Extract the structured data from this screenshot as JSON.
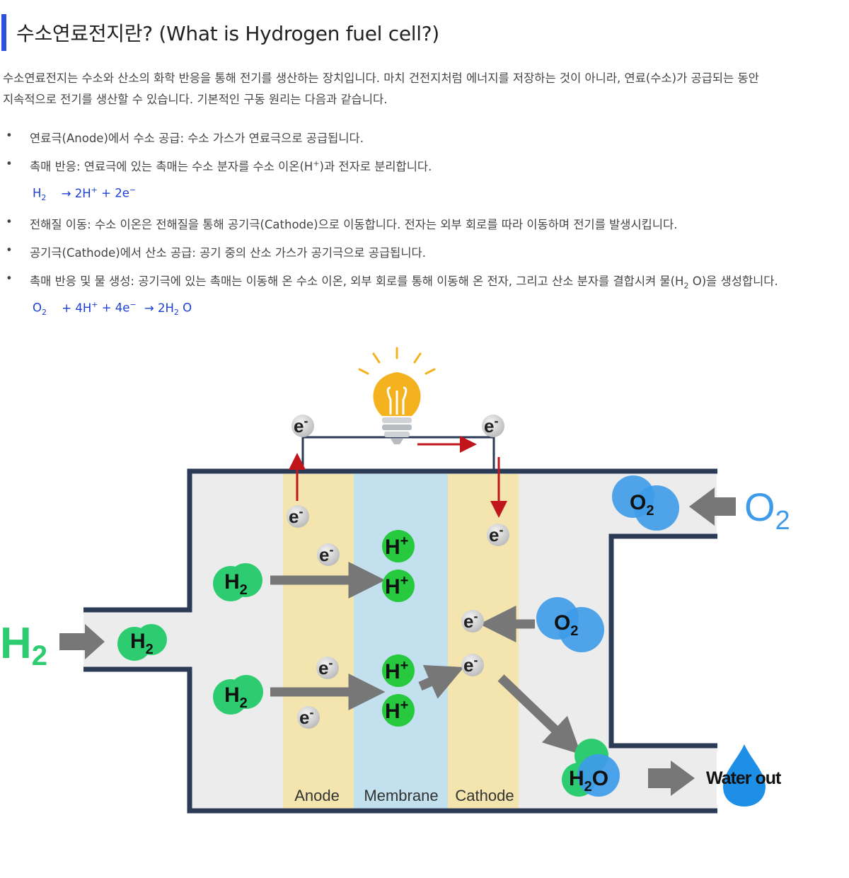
{
  "title": "수소연료전지란? (What is Hydrogen fuel cell?)",
  "intro_line1": "수소연료전지는 수소와 산소의 화학 반응을 통해 전기를 생산하는 장치입니다. 마치 건전지처럼 에너지를 저장하는 것이 아니라, 연료(수소)가 공급되는 동안",
  "intro_line2": "지속적으로 전기를 생산할 수 있습니다. 기본적인 구동 원리는 다음과 같습니다.",
  "bullets": {
    "b1": "연료극(Anode)에서 수소 공급: 수소 가스가 연료극으로 공급됩니다.",
    "b2_pre": "촉매 반응: 연료극에 있는 촉매는 수소 분자를 수소 이온(H",
    "b2_sup": "+",
    "b2_post": ")과 전자로 분리합니다.",
    "b3": "전해질 이동: 수소 이온은 전해질을 통해 공기극(Cathode)으로 이동합니다. 전자는 외부 회로를 따라 이동하며 전기를 발생시킵니다.",
    "b4": "공기극(Cathode)에서 산소 공급: 공기 중의 산소 가스가 공기극으로 공급됩니다.",
    "b5_pre": "촉매 반응 및 물 생성: 공기극에 있는 촉매는 이동해 온 수소 이온, 외부 회로를 통해 이동해 온 전자, 그리고 산소 분자를 결합시켜 물(H",
    "b5_sub": "2",
    "b5_post": " O)을 생성합니다.",
    "bullet_symbol": "•"
  },
  "equations": {
    "eq1_a": "H",
    "eq1_a_sub": "2",
    "eq1_b": "→ 2H",
    "eq1_b_sup": "+",
    "eq1_c": " + 2e",
    "eq1_c_sup": "−",
    "eq2_a": "O",
    "eq2_a_sub": "2",
    "eq2_b": "+ 4H",
    "eq2_b_sup": "+",
    "eq2_c": " + 4e",
    "eq2_c_sup": "−",
    "eq2_d": "→ 2H",
    "eq2_d_sub": "2",
    "eq2_e": " O"
  },
  "diagram": {
    "h2_inlet": "H",
    "h2_inlet_sub": "2",
    "o2_inlet": "O",
    "o2_inlet_sub": "2",
    "h2_molecule": "H",
    "h2_molecule_sub": "2",
    "o2_molecule": "O",
    "o2_molecule_sub": "2",
    "h_ion": "H",
    "h_ion_sup": "+",
    "electron": "e",
    "electron_sup": "-",
    "water_h": "H",
    "water_sub": "2",
    "water_o": "O",
    "water_out": "Water out",
    "anode_label": "Anode",
    "membrane_label": "Membrane",
    "cathode_label": "Cathode",
    "colors": {
      "hydrogen_green": "#2ecc71",
      "oxygen_blue": "#3d9be9",
      "anode": "#f3e5ad",
      "membrane": "#c2e0ee",
      "cell_bg": "#ececec",
      "wall": "#2b3a55",
      "arrow_gray": "#777777",
      "current_red": "#c0151b",
      "bulb": "#f5b21f",
      "equation_blue": "#1a3fd6"
    }
  }
}
